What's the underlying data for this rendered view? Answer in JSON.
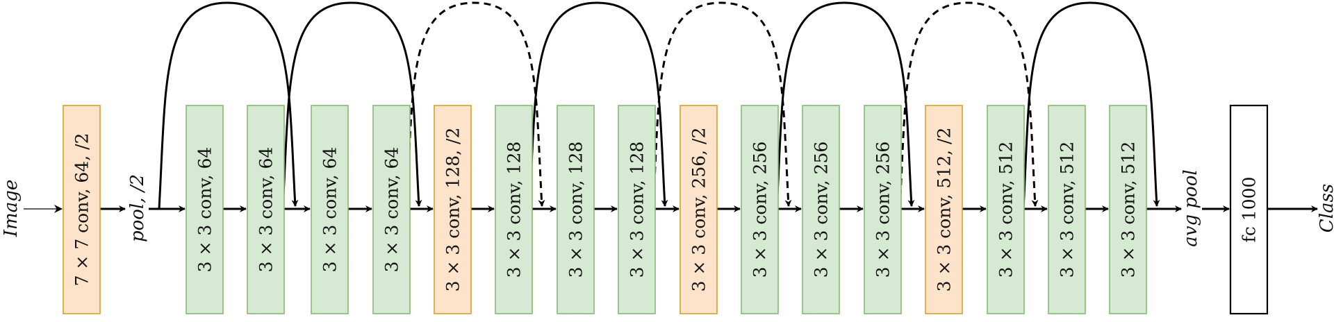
{
  "input_label": "Image",
  "pool_label": "pool, /2",
  "avg_pool_label": "avg pool",
  "output_label": "Class",
  "colors": {
    "orange_fill": "#fde3c9",
    "orange_stroke": "#d6a128",
    "green_fill": "#d6e9d3",
    "green_stroke": "#86b874",
    "white_fill": "#ffffff",
    "black_stroke": "#000000"
  },
  "blocks": [
    {
      "label": "7 × 7 conv, 64, /2",
      "style": "orange"
    },
    {
      "label": "3 × 3 conv, 64",
      "style": "green"
    },
    {
      "label": "3 × 3 conv, 64",
      "style": "green"
    },
    {
      "label": "3 × 3 conv, 64",
      "style": "green"
    },
    {
      "label": "3 × 3 conv, 64",
      "style": "green"
    },
    {
      "label": "3 × 3 conv, 128, /2",
      "style": "orange"
    },
    {
      "label": "3 × 3 conv, 128",
      "style": "green"
    },
    {
      "label": "3 × 3 conv, 128",
      "style": "green"
    },
    {
      "label": "3 × 3 conv, 128",
      "style": "green"
    },
    {
      "label": "3 × 3 conv, 256, /2",
      "style": "orange"
    },
    {
      "label": "3 × 3 conv, 256",
      "style": "green"
    },
    {
      "label": "3 × 3 conv, 256",
      "style": "green"
    },
    {
      "label": "3 × 3 conv, 256",
      "style": "green"
    },
    {
      "label": "3 × 3 conv, 512, /2",
      "style": "orange"
    },
    {
      "label": "3 × 3 conv, 512",
      "style": "green"
    },
    {
      "label": "3 × 3 conv, 512",
      "style": "green"
    },
    {
      "label": "3 × 3 conv, 512",
      "style": "green"
    },
    {
      "label": "fc 1000",
      "style": "white"
    }
  ],
  "skip_connections": [
    {
      "type": "identity",
      "dashed": false
    },
    {
      "type": "identity",
      "dashed": false
    },
    {
      "type": "projection",
      "dashed": true
    },
    {
      "type": "identity",
      "dashed": false
    },
    {
      "type": "projection",
      "dashed": true
    },
    {
      "type": "identity",
      "dashed": false
    },
    {
      "type": "projection",
      "dashed": true
    },
    {
      "type": "identity",
      "dashed": false
    }
  ]
}
